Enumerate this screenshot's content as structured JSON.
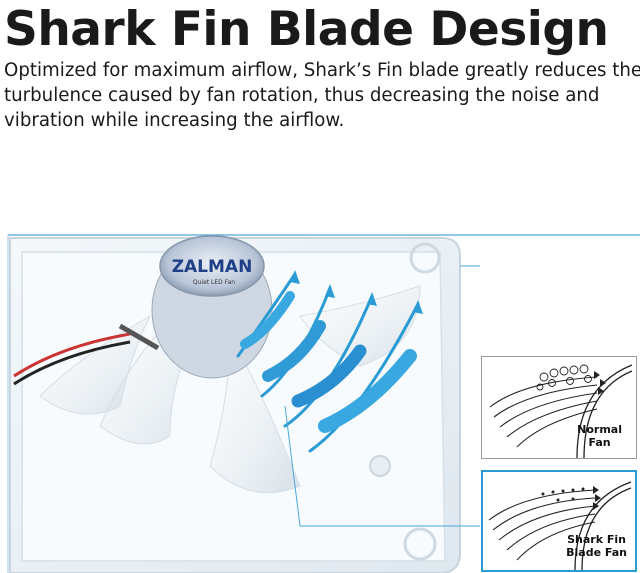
{
  "heading": {
    "title": "Shark Fin Blade Design",
    "description": "Optimized for maximum airflow, Shark’s Fin blade greatly reduces the turbulence caused by fan rotation, thus decreasing the noise and vibration while increasing the airflow."
  },
  "fan_image": {
    "hub_brand": "ZALMAN",
    "hub_sub": "Quiet LED Fan",
    "accent_color": "#2a9bd4"
  },
  "comparisons": [
    {
      "label": "Normal\nFan"
    },
    {
      "label": "Shark Fin\nBlade Fan"
    }
  ]
}
